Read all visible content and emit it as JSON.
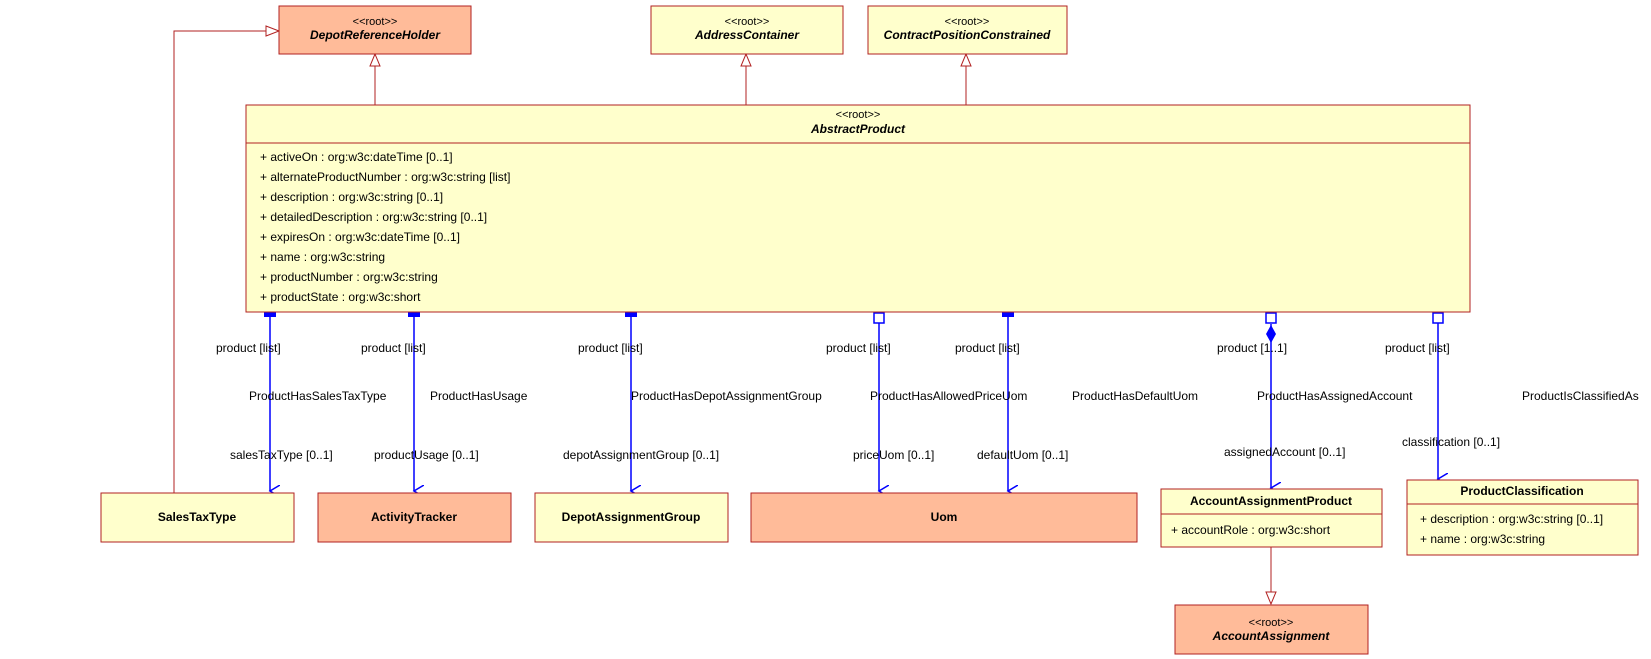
{
  "colors": {
    "class_fill": "#ffffcc",
    "root_fill": "#ffbb99",
    "class_border": "#b22222",
    "assoc_line": "#0000ff",
    "generalization_line": "#b22222"
  },
  "classes": {
    "depot_reference_holder": {
      "stereotype": "<<root>>",
      "name": "DepotReferenceHolder"
    },
    "address_container": {
      "stereotype": "<<root>>",
      "name": "AddressContainer"
    },
    "contract_position_constrained": {
      "stereotype": "<<root>>",
      "name": "ContractPositionConstrained"
    },
    "abstract_product": {
      "stereotype": "<<root>>",
      "name": "AbstractProduct",
      "attributes": [
        "+ activeOn : org:w3c:dateTime [0..1]",
        "+ alternateProductNumber : org:w3c:string [list]",
        "+ description : org:w3c:string [0..1]",
        "+ detailedDescription : org:w3c:string [0..1]",
        "+ expiresOn : org:w3c:dateTime [0..1]",
        "+ name : org:w3c:string",
        "+ productNumber : org:w3c:string",
        "+ productState : org:w3c:short"
      ]
    },
    "sales_tax_type": {
      "name": "SalesTaxType"
    },
    "activity_tracker": {
      "name": "ActivityTracker"
    },
    "depot_assignment_group": {
      "name": "DepotAssignmentGroup"
    },
    "uom": {
      "name": "Uom"
    },
    "account_assignment_product": {
      "name": "AccountAssignmentProduct",
      "attributes": [
        "+ accountRole : org:w3c:short"
      ]
    },
    "product_classification": {
      "name": "ProductClassification",
      "attributes": [
        "+ description : org:w3c:string [0..1]",
        "+ name : org:w3c:string"
      ]
    },
    "account_assignment": {
      "stereotype": "<<root>>",
      "name": "AccountAssignment"
    }
  },
  "associations": {
    "sales_tax_type": {
      "source_role": "product [list]",
      "name": "ProductHasSalesTaxType",
      "target_role": "salesTaxType [0..1]"
    },
    "usage": {
      "source_role": "product [list]",
      "name": "ProductHasUsage",
      "target_role": "productUsage [0..1]"
    },
    "depot_assignment_group": {
      "source_role": "product [list]",
      "name": "ProductHasDepotAssignmentGroup",
      "target_role": "depotAssignmentGroup [0..1]"
    },
    "allowed_price_uom": {
      "source_role": "product [list]",
      "name": "ProductHasAllowedPriceUom",
      "target_role": "priceUom [0..1]"
    },
    "default_uom": {
      "source_role": "product [list]",
      "name": "ProductHasDefaultUom",
      "target_role": "defaultUom [0..1]"
    },
    "assigned_account": {
      "source_role": "product [1..1]",
      "name": "ProductHasAssignedAccount",
      "target_role": "assignedAccount [0..1]"
    },
    "classified_as": {
      "source_role": "product [list]",
      "name": "ProductIsClassifiedAs",
      "target_role": "classification [0..1]"
    }
  }
}
